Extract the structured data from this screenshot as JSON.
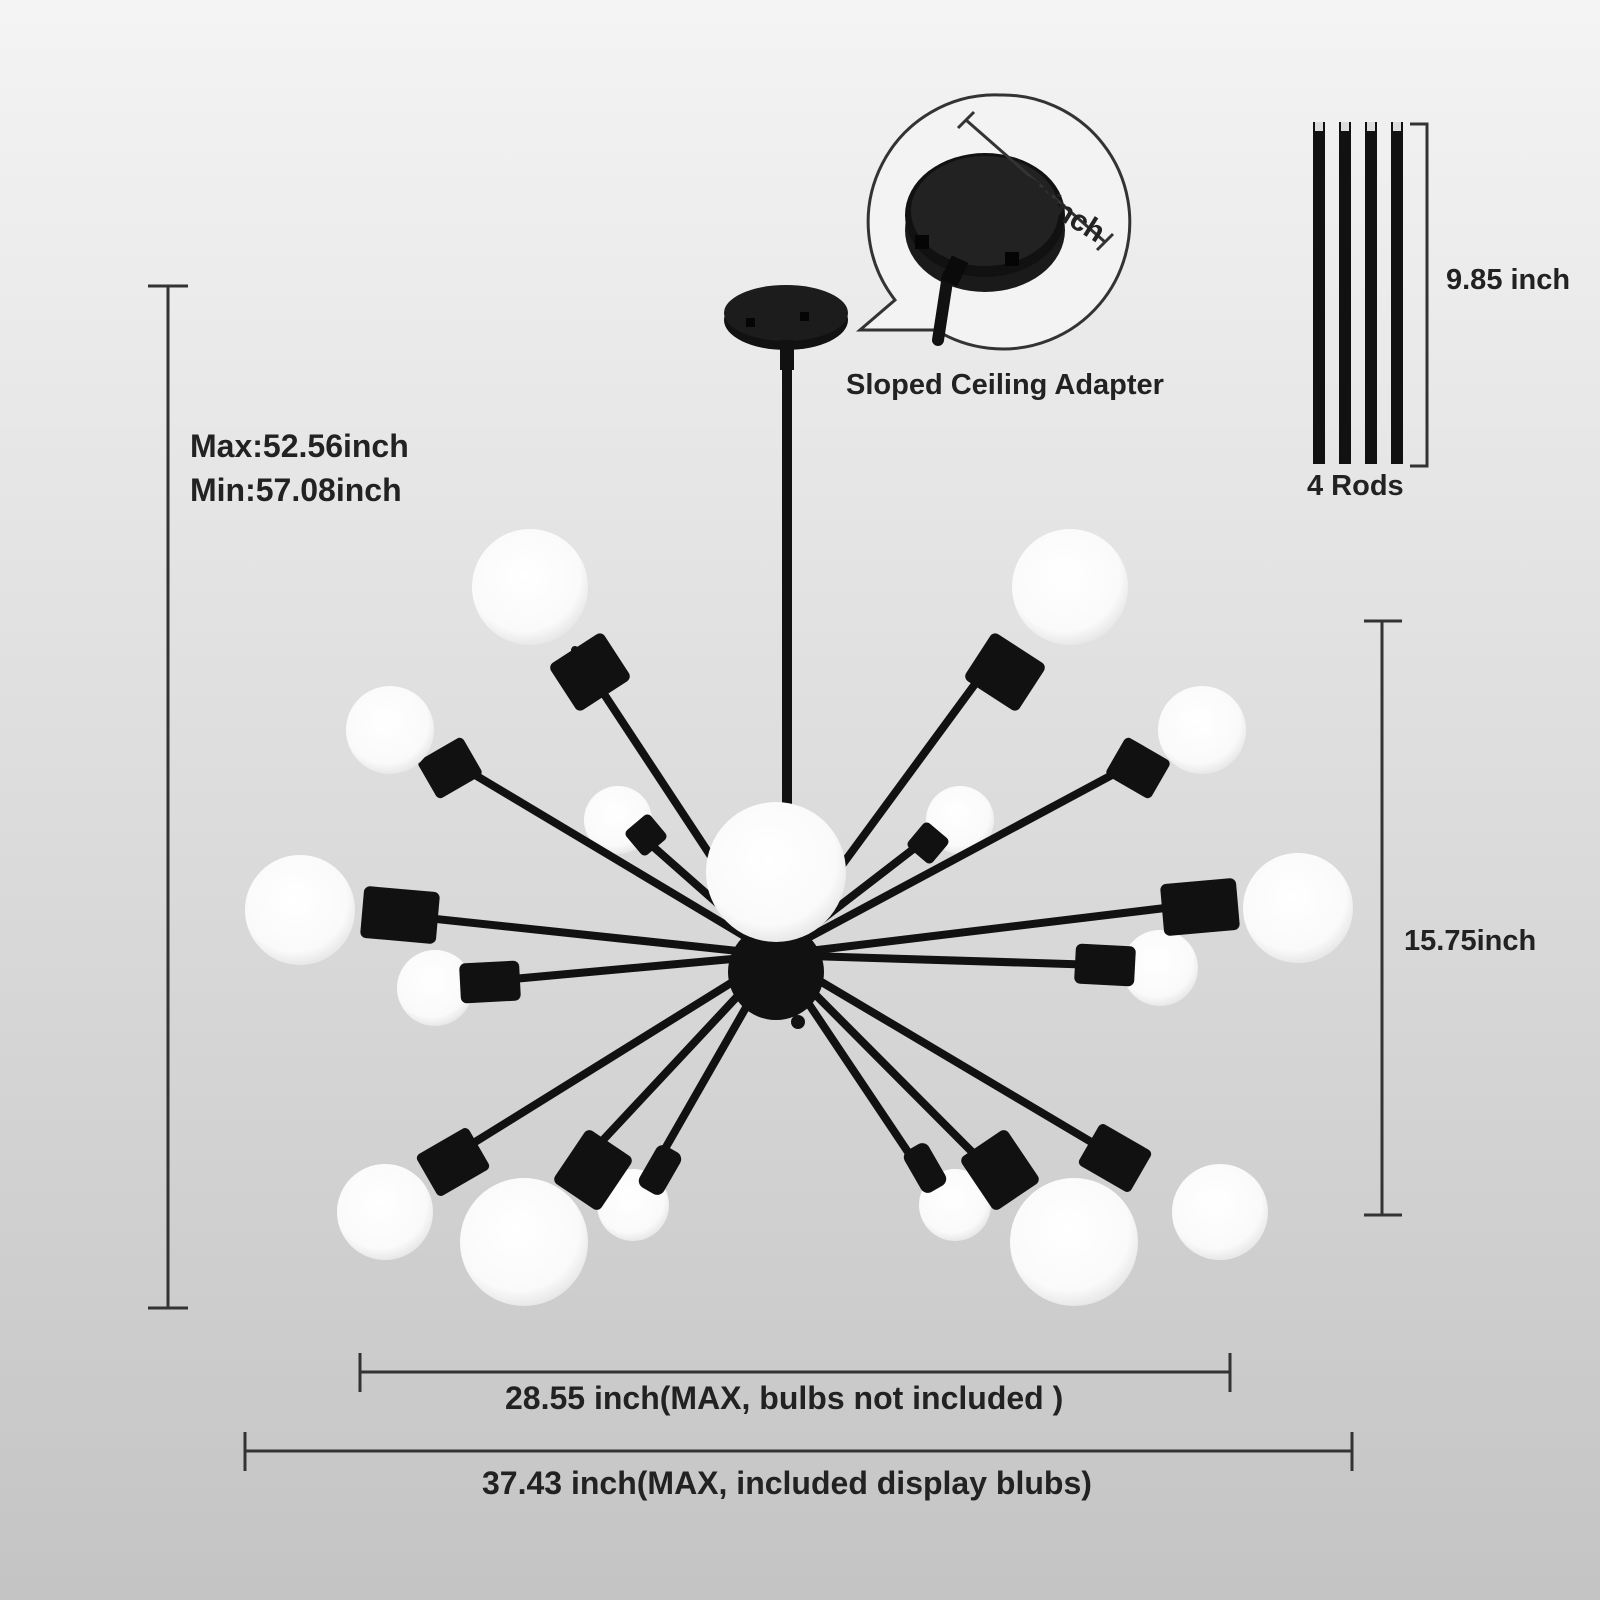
{
  "labels": {
    "canopy_diameter": "4.72inch",
    "adapter": "Sloped Ceiling Adapter",
    "rod_length": "9.85 inch",
    "rods": "4 Rods",
    "height_max": "Max:52.56inch",
    "height_min": "Min:57.08inch",
    "body_height": "15.75inch",
    "width_no_bulbs": "28.55 inch(MAX, bulbs not included )",
    "width_with_bulbs": "37.43 inch(MAX,  included display blubs)"
  },
  "colors": {
    "fixture": "#111111",
    "bulb": "#ffffff",
    "dimension_line": "#333333",
    "text": "#222222"
  }
}
